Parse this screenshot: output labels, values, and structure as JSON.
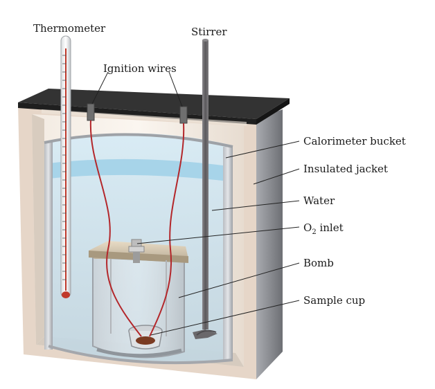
{
  "labels": {
    "thermometer": "Thermometer",
    "stirrer": "Stirrer",
    "ignition_wires": "Ignition wires",
    "calorimeter_bucket": "Calorimeter bucket",
    "insulated_jacket": "Insulated jacket",
    "water": "Water",
    "o2_inlet_main": "O",
    "o2_inlet_sub": "2",
    "o2_inlet_rest": " inlet",
    "bomb": "Bomb",
    "sample_cup": "Sample cup"
  },
  "colors": {
    "lid": "#2b2b2b",
    "jacket_outer": "#8d8f94",
    "jacket_inner": "#efe6dc",
    "water": "#cfe3ee",
    "water_surface": "#8fc7e3",
    "wire": "#b3262a",
    "sample": "#7a3b22",
    "stirrer": "#6e6c6f"
  }
}
